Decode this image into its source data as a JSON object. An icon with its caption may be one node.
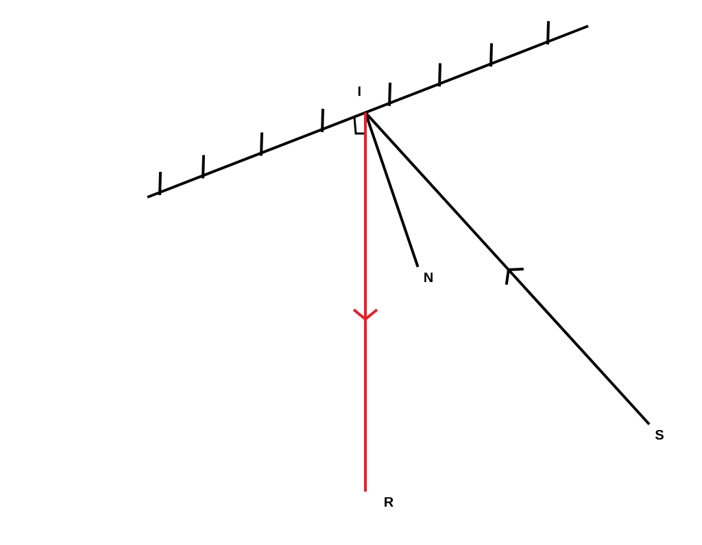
{
  "diagram": {
    "nodes": [
      {
        "text": [
          "I"
        ]
      },
      {
        "text": [
          "N"
        ]
      },
      {
        "text": [
          "S"
        ]
      },
      {
        "text": [
          "R"
        ]
      }
    ],
    "edges": [
      {
        "from": 2,
        "to": 0,
        "arrow": "to"
      },
      {
        "from": 0,
        "to": 1,
        "arrow": "none"
      },
      {
        "from": 0,
        "to": 3,
        "arrow": "to",
        "color": "#ec1c24"
      }
    ]
  }
}
